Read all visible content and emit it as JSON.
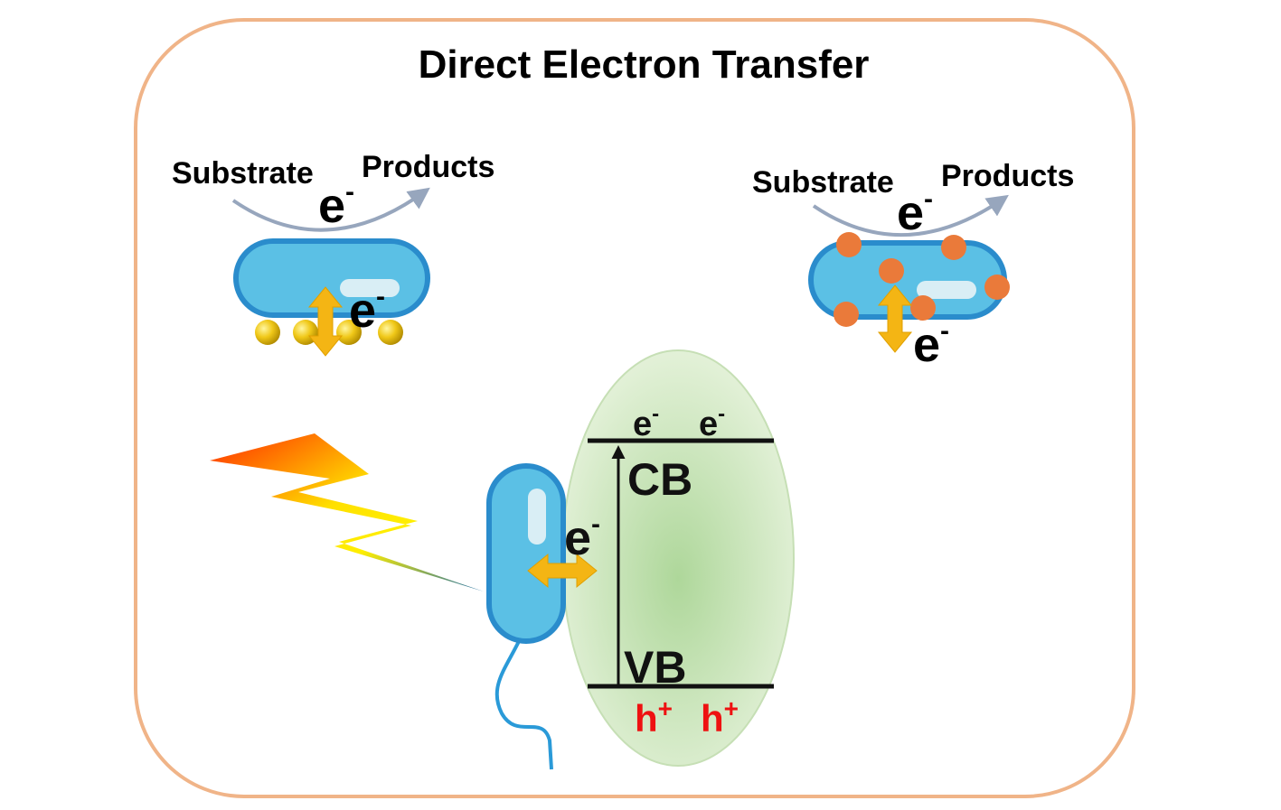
{
  "title": "Direct Electron Transfer",
  "panel_left": {
    "substrate": "Substrate",
    "products": "Products",
    "electron_top": "e",
    "electron_top_sup": "-",
    "electron_cell": "e",
    "electron_cell_sup": "-"
  },
  "panel_right": {
    "substrate": "Substrate",
    "products": "Products",
    "electron_top": "e",
    "electron_top_sup": "-",
    "electron_cell": "e",
    "electron_cell_sup": "-"
  },
  "semiconductor": {
    "cb_label": "CB",
    "vb_label": "VB",
    "electron_1": "e",
    "electron_2": "e",
    "electron_sup": "-",
    "hole_1": "h",
    "hole_2": "h",
    "hole_sup": "+",
    "transfer_electron": "e",
    "transfer_electron_sup": "-"
  },
  "colors": {
    "frame": "#f0b488",
    "cell_fill": "#5bc0e5",
    "cell_stroke": "#2a8ccc",
    "arrow_grey": "#97a6bd",
    "double_arrow": "#f4b514",
    "gold_particle": "#e6b800",
    "orange_particle": "#ea7a3a",
    "semiconductor_fill": "#cfe6bd",
    "hole_red": "#ee1111"
  }
}
